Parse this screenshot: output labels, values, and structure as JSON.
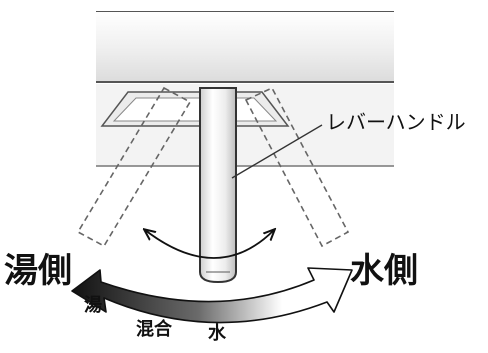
{
  "labels": {
    "lever_handle": "レバーハンドル",
    "hot_side": "湯側",
    "cold_side": "水側",
    "hot": "湯",
    "mixed": "混合",
    "cold": "水"
  }
}
